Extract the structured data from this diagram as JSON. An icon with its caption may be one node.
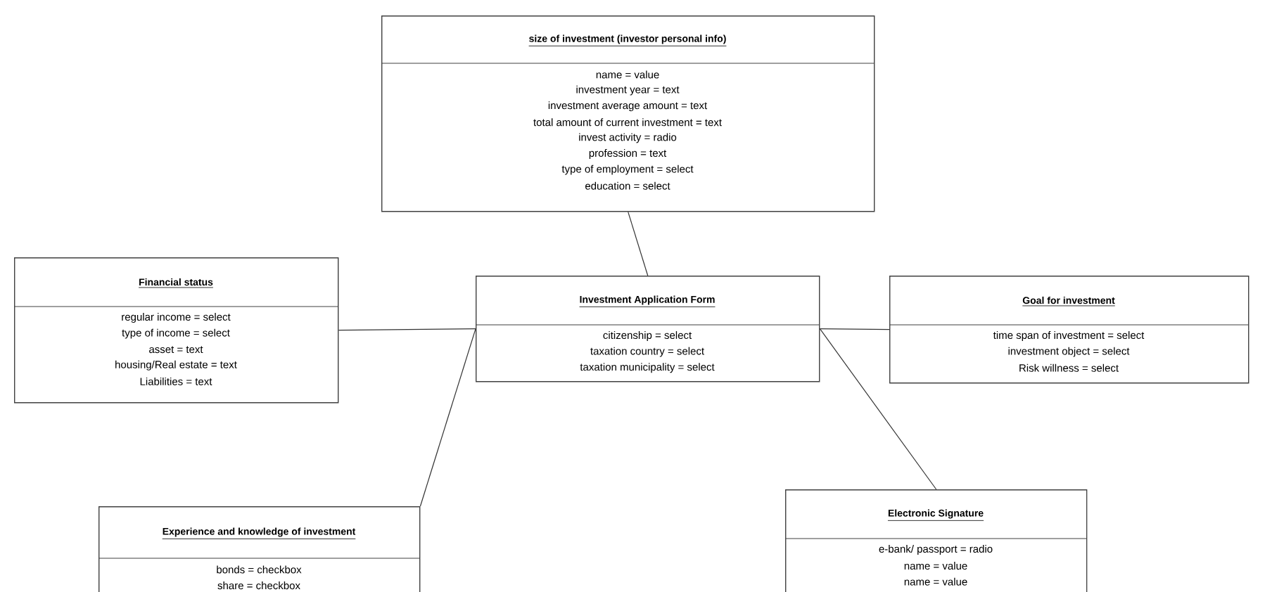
{
  "diagram": {
    "nodes": [
      {
        "text": [
          "size of investment (investor personal info)",
          "name = value",
          "investment year = text",
          "investment average amount = text",
          "total amount of current investment = text",
          "invest activity = radio",
          "profession = text",
          "type of employment = select",
          "education = select"
        ]
      },
      {
        "text": [
          "Financial status",
          "regular income = select",
          "type of income = select",
          "asset = text",
          "housing/Real estate = text",
          "Liabilities = text"
        ]
      },
      {
        "text": [
          "Investment Application Form",
          "citizenship = select",
          "taxation country = select",
          "taxation municipality = select"
        ]
      },
      {
        "text": [
          "Goal for investment",
          "time span of investment = select",
          "investment object = select",
          "Risk willness = select"
        ]
      },
      {
        "text": [
          "Experience and knowledge of investment",
          "bonds = checkbox",
          "share = checkbox"
        ]
      },
      {
        "text": [
          "Electronic Signature",
          "e-bank/ passport = radio",
          "name = value",
          "name = value"
        ]
      }
    ],
    "edges": [
      {
        "from": 2,
        "to": 0,
        "arrow": "none"
      },
      {
        "from": 1,
        "to": 2,
        "arrow": "none"
      },
      {
        "from": 2,
        "to": 3,
        "arrow": "none"
      },
      {
        "from": 2,
        "to": 4,
        "arrow": "none"
      },
      {
        "from": 2,
        "to": 5,
        "arrow": "none"
      }
    ]
  }
}
